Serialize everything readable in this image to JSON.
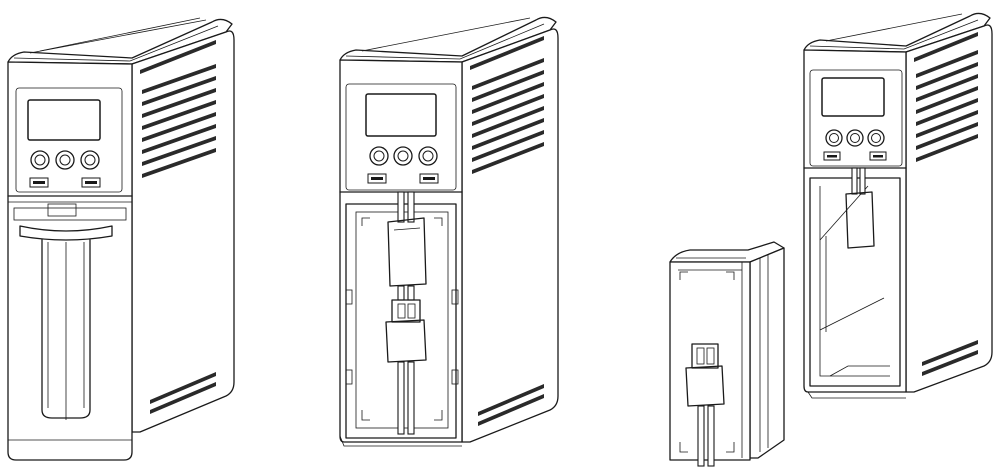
{
  "figure": {
    "panels": [
      {
        "name": "ups-closed",
        "front_buttons": 3,
        "front_ports": 2
      },
      {
        "name": "ups-cover-removed",
        "front_buttons": 3,
        "front_ports": 2
      },
      {
        "name": "ups-battery-removed",
        "front_buttons": 3,
        "front_ports": 2
      }
    ],
    "colors": {
      "line": "#1a1a1a",
      "background": "#ffffff"
    }
  }
}
